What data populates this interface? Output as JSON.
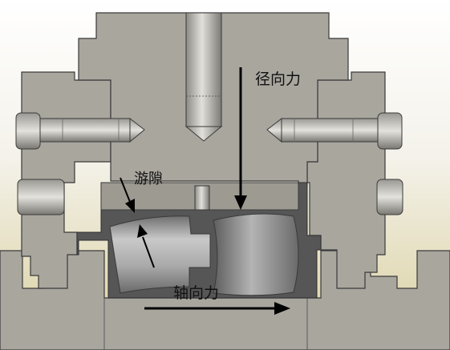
{
  "labels": {
    "radial_force": "径向力",
    "clearance": "游隙",
    "axial_force": "轴向力"
  },
  "colors": {
    "background_top": "#ffffff",
    "background_bottom": "#d9cf9e",
    "housing": "#a9a69e",
    "housing_edge": "#3a3a3a",
    "cavity": "#565656",
    "roller": "#8e8e8e",
    "arrow": "#000000"
  },
  "icons": {
    "force_arrow": "arrow-icon"
  }
}
